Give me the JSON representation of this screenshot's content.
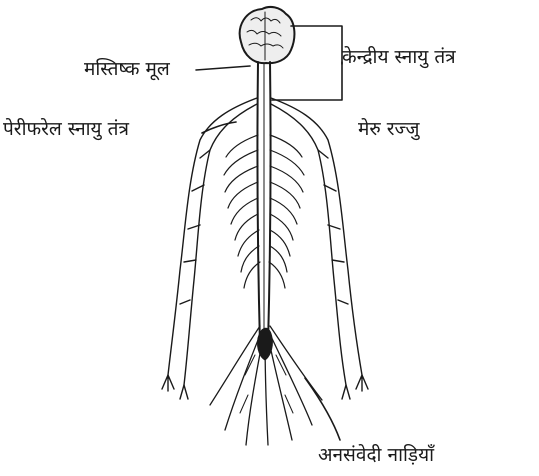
{
  "labels": {
    "brainstem": "मस्तिष्क मूल",
    "central_nervous_system": "केन्द्रीय स्नायु तंत्र",
    "peripheral_nervous_system": "पेरीफरेल स्नायु तंत्र",
    "spinal_cord": "मेरु रज्जु",
    "afferent_nerves": "अनसंवेदी नाड़ियाँ"
  },
  "colors": {
    "ink": "#1a1a1a",
    "background": "#ffffff"
  }
}
